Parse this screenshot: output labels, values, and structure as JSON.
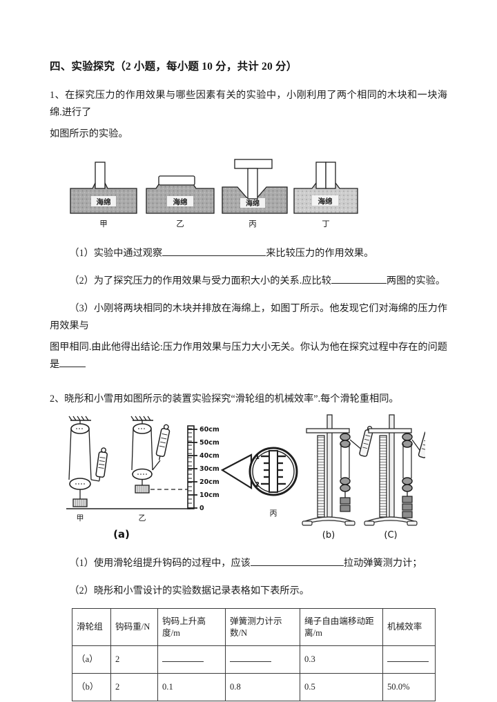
{
  "document": {
    "section_title": "四、实验探究（2 小题，每小题 10 分，共计 20 分）",
    "q1": {
      "stem_line1": "1、在探究压力的作用效果与哪些因素有关的实验中，小刚利用了两个相同的木块和一块海绵.进行了",
      "stem_line2": "如图所示的实验。",
      "sub1_pre": "（1）实验中通过观察",
      "sub1_post": "来比较压力的作用效果。",
      "sub2_pre": "（2）为了探究压力的作用效果与受力面积大小的关系.应比较",
      "sub2_post": "两图的实验。",
      "sub3_line1_pre": "（3）小刚将两块相同的木块并排放在海绵上，如图丁所示。他发现它们对海绵的压力作用效果与",
      "sub3_line2_pre": "图甲相同.由此他得出结论:压力作用效果与压力大小无关。你认为他在探究过程中存在的问题是"
    },
    "q2": {
      "stem": "2、晓彤和小雪用如图所示的装置实验探究“滑轮组的机械效率”.每个滑轮重相同。",
      "sub1_pre": "（1）使用滑轮组提升钩码的过程中，应该",
      "sub1_post": "拉动弹簧测力计；",
      "sub2": "（2）晓彤和小雪设计的实验数据记录表格如下表所示。"
    }
  },
  "figure1": {
    "caption_labels": [
      "甲",
      "乙",
      "丙",
      "丁"
    ],
    "sponge_label": "海绵",
    "panels": [
      {
        "id": "jia",
        "label": "甲",
        "block": "narrow-vertical",
        "indent": "deep-notch"
      },
      {
        "id": "yi",
        "label": "乙",
        "block": "wide-flat-on-top",
        "indent": "shallow-notch"
      },
      {
        "id": "bing",
        "label": "丙",
        "block": "t-shaped-with-wide-top",
        "indent": "deep-v-notch"
      },
      {
        "id": "ding",
        "label": "丁",
        "block": "two-blocks-side-by-side",
        "indent": "deep-notch"
      }
    ]
  },
  "figure2": {
    "group_a_label": "(a)",
    "sub_labels": [
      "甲",
      "乙",
      "丙"
    ],
    "ruler_ticks": [
      "60cm",
      "50cm",
      "40cm",
      "30cm",
      "20cm",
      "10cm",
      "0"
    ],
    "magnifier_marks": [
      "1",
      "2"
    ],
    "group_b_label": "(b)",
    "group_c_label": "(C)"
  },
  "table": {
    "headers": [
      "滑轮组",
      "钩码重/N",
      "钩码上升高度/m",
      "弹簧测力计示数/N",
      "绳子自由端移动距离/m",
      "机械效率"
    ],
    "rows": [
      {
        "pulley": "（a）",
        "weight": "2",
        "height": "",
        "spring": "",
        "distance": "0.3",
        "efficiency": ""
      },
      {
        "pulley": "（b）",
        "weight": "2",
        "height": "0.1",
        "spring": "0.8",
        "distance": "0.5",
        "efficiency": "50.0%"
      }
    ]
  },
  "colors": {
    "text": "#1a1a1a",
    "rule": "#3a3a3a",
    "sponge_fill": "#a8a8a8",
    "sponge_fill_light": "#cfcfcf",
    "ink": "#222222"
  }
}
